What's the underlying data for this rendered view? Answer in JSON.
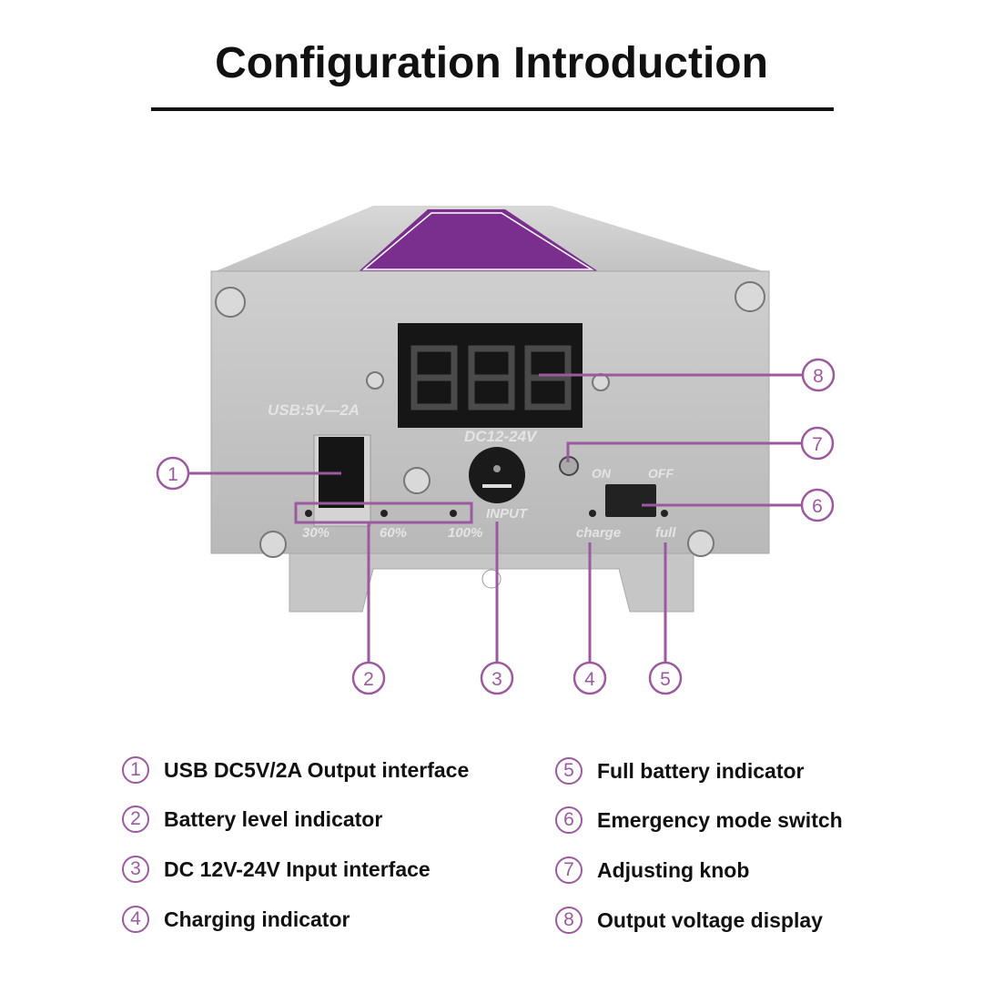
{
  "title": "Configuration Introduction",
  "device": {
    "usb_label": "USB:5V—2A",
    "dc_label": "DC12-24V",
    "input_label": "INPUT",
    "pct_30": "30%",
    "pct_60": "60%",
    "pct_100": "100%",
    "on_label": "ON",
    "off_label": "OFF",
    "charge_label": "charge",
    "full_label": "full"
  },
  "callouts": [
    "1",
    "2",
    "3",
    "4",
    "5",
    "6",
    "7",
    "8"
  ],
  "legend": [
    {
      "num": "1",
      "text": "USB DC5V/2A Output interface"
    },
    {
      "num": "2",
      "text": "Battery level indicator"
    },
    {
      "num": "3",
      "text": "DC 12V-24V Input interface"
    },
    {
      "num": "4",
      "text": "Charging indicator"
    },
    {
      "num": "5",
      "text": "Full battery indicator"
    },
    {
      "num": "6",
      "text": "Emergency mode switch"
    },
    {
      "num": "7",
      "text": "Adjusting knob"
    },
    {
      "num": "8",
      "text": "Output voltage display"
    }
  ],
  "colors": {
    "accent": "#9b5a9e",
    "label_purple": "#7a2f8f"
  }
}
